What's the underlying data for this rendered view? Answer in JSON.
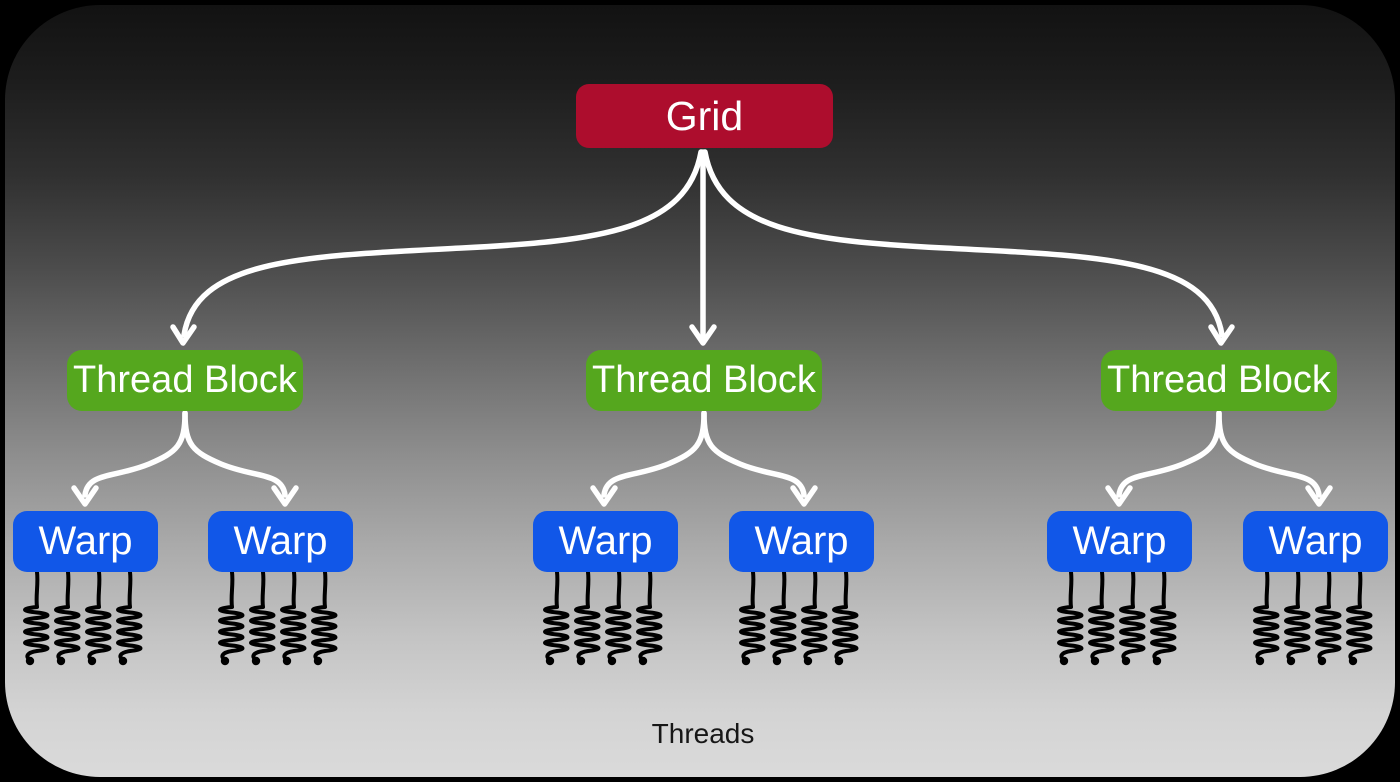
{
  "nodes": {
    "grid": {
      "label": "Grid"
    },
    "thread_blocks": [
      {
        "label": "Thread Block"
      },
      {
        "label": "Thread Block"
      },
      {
        "label": "Thread Block"
      }
    ],
    "warps": [
      {
        "label": "Warp",
        "thread_count": 4
      },
      {
        "label": "Warp",
        "thread_count": 4
      },
      {
        "label": "Warp",
        "thread_count": 4
      },
      {
        "label": "Warp",
        "thread_count": 4
      },
      {
        "label": "Warp",
        "thread_count": 4
      },
      {
        "label": "Warp",
        "thread_count": 4
      }
    ]
  },
  "footer": {
    "threads_label": "Threads"
  },
  "colors": {
    "grid_box": "#ad0d2d",
    "thread_block_box": "#55a71e",
    "warp_box": "#1157e8",
    "connector_arrow": "#ffffff",
    "thread_line": "#000000",
    "background_top": "#141414",
    "background_bottom": "#d9d9d9",
    "frame": "#000000"
  },
  "icons": {
    "thread_squiggle": "coiled-thread-line",
    "arrowhead": "open-v-arrowhead"
  }
}
